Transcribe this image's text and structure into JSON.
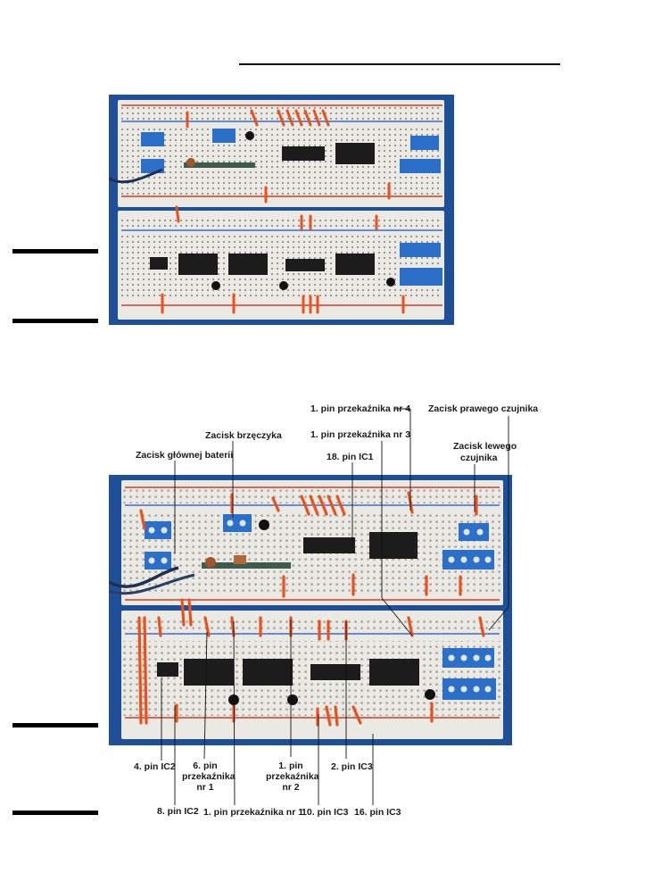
{
  "figure_top": {
    "description": "breadboard-photo-top"
  },
  "figure_bottom": {
    "callouts": {
      "pin_relay4": "1. pin przekaźnika nr 4",
      "pin_relay3": "1. pin przekaźnika nr 3",
      "right_sensor": "Zacisk prawego czujnika",
      "buzzer": "Zacisk brzęczyka",
      "main_battery": "Zacisk głównej baterii",
      "pin18_ic1": "18. pin IC1",
      "left_sensor_1": "Zacisk lewego",
      "left_sensor_2": "czujnika",
      "pin4_ic2": "4. pin IC2",
      "pin6_relay1_a": "6. pin",
      "pin6_relay1_b": "przekaźnika",
      "pin6_relay1_c": "nr 1",
      "pin1_relay2_a": "1. pin",
      "pin1_relay2_b": "przekaźnika",
      "pin1_relay2_c": "nr 2",
      "pin2_ic3": "2. pin IC3",
      "pin8_ic2": "8. pin IC2",
      "pin1_relay1": "1. pin przekaźnika nr 1",
      "pin10_ic3": "10. pin IC3",
      "pin16_ic3": "16. pin IC3"
    }
  },
  "colors": {
    "photo_background": "#1f4f96",
    "board": "#ebe9e3",
    "wire": "#e8521e",
    "terminal_block": "#2b6fc9",
    "relay": "#1c1c1c",
    "rail_red": "#d23c2a",
    "rail_blue": "#3a6bd0"
  }
}
